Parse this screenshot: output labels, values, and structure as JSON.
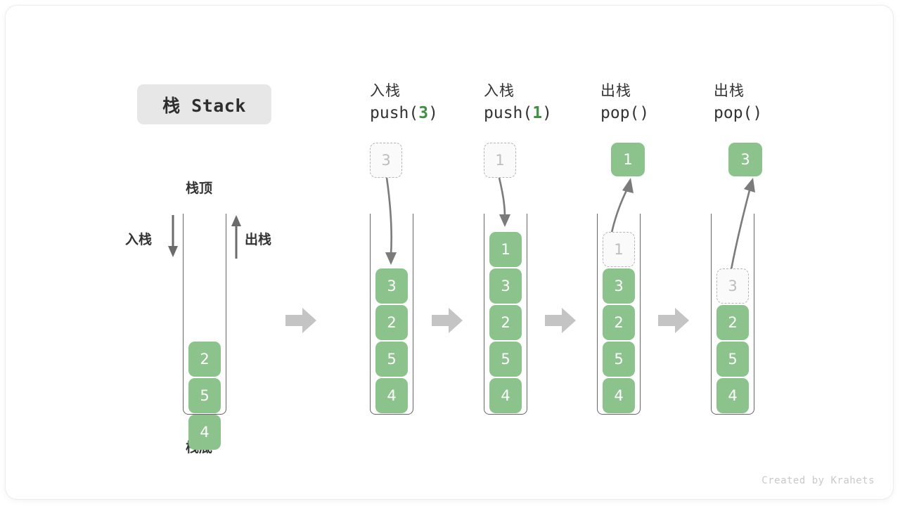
{
  "card": {
    "title_chip": "栈 Stack",
    "footer": "Created by Krahets",
    "accent_green": "#8cc28c",
    "arrow_grey": "#c4c4c4",
    "ghost_grey": "#bdbdbd",
    "text_dark": "#333333",
    "code_green": "#3f9142"
  },
  "legend": {
    "top_label": "栈顶",
    "bottom_label": "栈底",
    "push_label": "入栈",
    "pop_label": "出栈"
  },
  "stages": [
    {
      "id": "initial",
      "caption_cn": "",
      "caption_code_prefix": "",
      "caption_code_arg": "",
      "caption_code_suffix": "",
      "cells": [
        {
          "value": "2",
          "state": "filled"
        },
        {
          "value": "5",
          "state": "filled"
        },
        {
          "value": "4",
          "state": "filled"
        }
      ],
      "floating": null
    },
    {
      "id": "push-3",
      "caption_cn": "入栈",
      "caption_code_prefix": "push(",
      "caption_code_arg": "3",
      "caption_code_suffix": ")",
      "incoming": {
        "value": "3",
        "state": "ghost"
      },
      "cells": [
        {
          "value": "3",
          "state": "filled"
        },
        {
          "value": "2",
          "state": "filled"
        },
        {
          "value": "5",
          "state": "filled"
        },
        {
          "value": "4",
          "state": "filled"
        }
      ],
      "floating": null
    },
    {
      "id": "push-1",
      "caption_cn": "入栈",
      "caption_code_prefix": "push(",
      "caption_code_arg": "1",
      "caption_code_suffix": ")",
      "incoming": {
        "value": "1",
        "state": "ghost"
      },
      "cells": [
        {
          "value": "1",
          "state": "filled"
        },
        {
          "value": "3",
          "state": "filled"
        },
        {
          "value": "2",
          "state": "filled"
        },
        {
          "value": "5",
          "state": "filled"
        },
        {
          "value": "4",
          "state": "filled"
        }
      ],
      "floating": null
    },
    {
      "id": "pop-1",
      "caption_cn": "出栈",
      "caption_code_prefix": "pop(",
      "caption_code_arg": "",
      "caption_code_suffix": ")",
      "floating": {
        "value": "1",
        "state": "filled"
      },
      "cells": [
        {
          "value": "1",
          "state": "ghost"
        },
        {
          "value": "3",
          "state": "filled"
        },
        {
          "value": "2",
          "state": "filled"
        },
        {
          "value": "5",
          "state": "filled"
        },
        {
          "value": "4",
          "state": "filled"
        }
      ]
    },
    {
      "id": "pop-3",
      "caption_cn": "出栈",
      "caption_code_prefix": "pop(",
      "caption_code_arg": "",
      "caption_code_suffix": ")",
      "floating": {
        "value": "3",
        "state": "filled"
      },
      "cells": [
        {
          "value": "3",
          "state": "ghost"
        },
        {
          "value": "2",
          "state": "filled"
        },
        {
          "value": "5",
          "state": "filled"
        },
        {
          "value": "4",
          "state": "filled"
        }
      ]
    }
  ]
}
